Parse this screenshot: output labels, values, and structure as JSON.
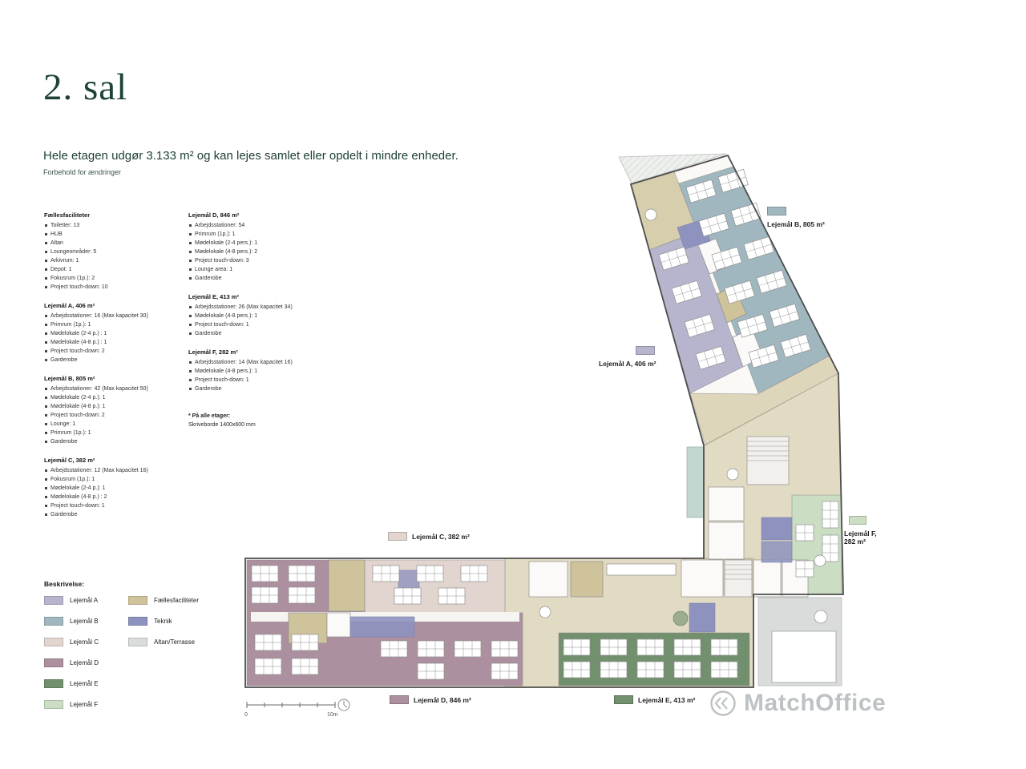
{
  "header": {
    "title": "2. sal",
    "subtitle": "Hele etagen udgør 3.133 m² og kan lejes samlet eller opdelt i mindre enheder.",
    "disclaimer": "Forbehold for ændringer"
  },
  "facility_columns": [
    [
      {
        "heading": "Fællesfaciliteter",
        "items": [
          "Toiletter: 13",
          "HUB",
          "Altan",
          "Loungeområder: 5",
          "Arkivrum: 1",
          "Depot: 1",
          "Fokusrum (1p.): 2",
          "Project touch-down: 10"
        ]
      },
      {
        "heading": "Lejemål A, 406 m²",
        "items": [
          "Arbejdsstationer: 16 (Max kapacitet 30)",
          "Primrum (1p.): 1",
          "Mødelokale (2-4 p.) : 1",
          "Mødelokale (4-8 p.) : 1",
          "Project touch-down: 2",
          "Garderobe"
        ]
      },
      {
        "heading": "Lejemål B, 805 m²",
        "items": [
          "Arbejdsstationer: 42 (Max kapacitet 50)",
          "Mødelokale (2-4 p.): 1",
          "Mødelokale (4-8 p.): 1",
          "Project touch-down: 2",
          "Lounge: 1",
          "Primrum (1p.): 1",
          "Garderobe"
        ]
      },
      {
        "heading": "Lejemål C, 382 m²",
        "items": [
          "Arbejdsstationer: 12 (Max kapacitet 16)",
          "Fokusrum (1p.): 1",
          "Mødelokale (2-4 p.): 1",
          "Mødelokale (4-8 p.) : 2",
          "Project touch-down: 1",
          "Garderobe"
        ]
      }
    ],
    [
      {
        "heading": "Lejemål D, 846 m²",
        "items": [
          "Arbejdsstationer: 54",
          "Primrum (1p.): 1",
          "Mødelokale (2-4 pers.): 1",
          "Mødelokale (4-8 pers.): 2",
          "Project touch-down: 3",
          "Lounge area: 1",
          "Garderobe"
        ]
      },
      {
        "heading": "Lejemål E, 413 m²",
        "items": [
          "Arbejdsstationer: 26 (Max kapacitet 34)",
          "Mødelokale (4-8 pers.): 1",
          "Project touch-down: 1",
          "Garderobe"
        ]
      },
      {
        "heading": "Lejemål F, 282 m²",
        "items": [
          "Arbejdsstationer: 14 (Max kapacitet 16)",
          "Mødelokale (4-8 pers.): 1",
          "Project touch-down: 1",
          "Garderobe"
        ]
      }
    ]
  ],
  "footnote": {
    "line1": "* På alle etager:",
    "line2": "Skriveborde 1400x600 mm"
  },
  "legend": {
    "heading": "Beskrivelse:",
    "columns": [
      [
        {
          "label": "Lejemål A",
          "colorKey": "lejemaal_a"
        },
        {
          "label": "Lejemål B",
          "colorKey": "lejemaal_b"
        },
        {
          "label": "Lejemål C",
          "colorKey": "lejemaal_c"
        },
        {
          "label": "Lejemål D",
          "colorKey": "lejemaal_d"
        },
        {
          "label": "Lejemål E",
          "colorKey": "lejemaal_e"
        },
        {
          "label": "Lejemål F",
          "colorKey": "lejemaal_f"
        }
      ],
      [
        {
          "label": "Fællesfaciliteter",
          "colorKey": "faelles"
        },
        {
          "label": "Teknik",
          "colorKey": "teknik"
        },
        {
          "label": "Altan/Terrasse",
          "colorKey": "altan"
        }
      ]
    ]
  },
  "colors": {
    "lejemaal_a": "#b7b5cd",
    "lejemaal_b": "#a0b7bf",
    "lejemaal_c": "#e2d4cf",
    "lejemaal_d": "#ac909f",
    "lejemaal_e": "#72906e",
    "lejemaal_f": "#cbddc3",
    "faelles": "#cec39b",
    "teknik": "#8e92be",
    "altan": "#d9dcda",
    "title_green": "#1c4336"
  },
  "plan_labels": {
    "a": "Lejemål A, 406 m²",
    "b": "Lejemål B, 805 m²",
    "c": "Lejemål C, 382 m²",
    "d": "Lejemål D, 846 m²",
    "e": "Lejemål E, 413 m²",
    "f_line1": "Lejemål F,",
    "f_line2": "282 m²"
  },
  "scale_bar": {
    "start": "0",
    "end": "10m"
  },
  "watermark": "MatchOffice"
}
